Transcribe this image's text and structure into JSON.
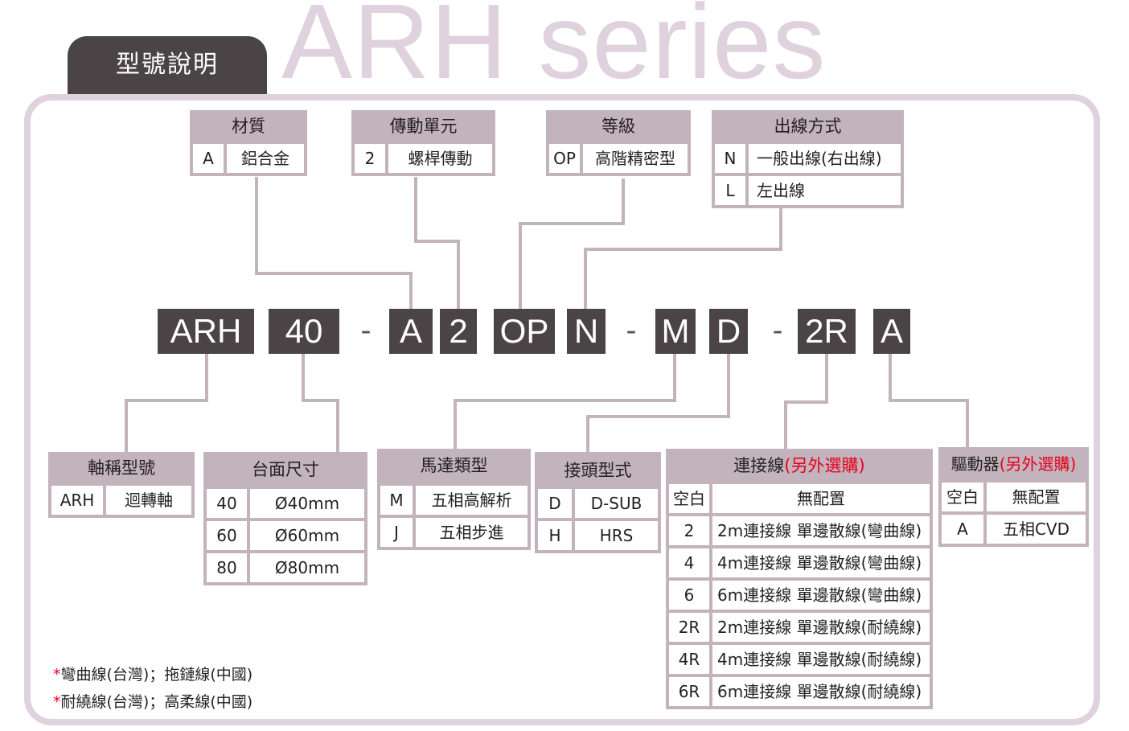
{
  "header": {
    "tab_label": "型號說明",
    "series_title": "ARH series"
  },
  "code": {
    "parts": [
      "ARH",
      "40",
      "A",
      "2",
      "OP",
      "N",
      "M",
      "D",
      "2R",
      "A"
    ],
    "dash": "-"
  },
  "boxes": {
    "material": {
      "title": "材質",
      "rows": [
        [
          "A",
          "鋁合金"
        ]
      ]
    },
    "transmission": {
      "title": "傳動單元",
      "rows": [
        [
          "2",
          "螺桿傳動"
        ]
      ]
    },
    "grade": {
      "title": "等級",
      "rows": [
        [
          "OP",
          "高階精密型"
        ]
      ]
    },
    "cable_exit": {
      "title": "出線方式",
      "rows": [
        [
          "N",
          "一般出線(右出線)"
        ],
        [
          "L",
          "左出線"
        ]
      ]
    },
    "axis_model": {
      "title": "軸稱型號",
      "rows": [
        [
          "ARH",
          "迴轉軸"
        ]
      ]
    },
    "table_size": {
      "title": "台面尺寸",
      "rows": [
        [
          "40",
          "Ø40mm"
        ],
        [
          "60",
          "Ø60mm"
        ],
        [
          "80",
          "Ø80mm"
        ]
      ]
    },
    "motor_type": {
      "title": "馬達類型",
      "rows": [
        [
          "M",
          "五相高解析"
        ],
        [
          "J",
          "五相步進"
        ]
      ]
    },
    "connector": {
      "title": "接頭型式",
      "rows": [
        [
          "D",
          "D-SUB"
        ],
        [
          "H",
          "HRS"
        ]
      ]
    },
    "cable": {
      "title": "連接線",
      "title_note": "(另外選購)",
      "rows": [
        [
          "空白",
          "無配置"
        ],
        [
          "2",
          "2m連接線 單邊散線(彎曲線)"
        ],
        [
          "4",
          "4m連接線 單邊散線(彎曲線)"
        ],
        [
          "6",
          "6m連接線 單邊散線(彎曲線)"
        ],
        [
          "2R",
          "2m連接線 單邊散線(耐繞線)"
        ],
        [
          "4R",
          "4m連接線 單邊散線(耐繞線)"
        ],
        [
          "6R",
          "6m連接線 單邊散線(耐繞線)"
        ]
      ]
    },
    "driver": {
      "title": "驅動器",
      "title_note": "(另外選購)",
      "rows": [
        [
          "空白",
          "無配置"
        ],
        [
          "A",
          "五相CVD"
        ]
      ]
    }
  },
  "notes": {
    "star": "*",
    "note1": "彎曲線(台灣)；拖鏈線(中國)",
    "note2": "耐繞線(台灣)；高柔線(中國)"
  },
  "colors": {
    "dark": "#4b4446",
    "box": "#c2b3bd",
    "frame": "#dfd1dd",
    "note_red": "#e8001c"
  }
}
